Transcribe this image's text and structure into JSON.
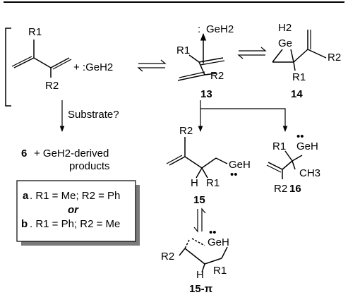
{
  "reactants": {
    "r1": "R1",
    "r2": "R2",
    "plus_germylene": "+ :GeH2"
  },
  "complex_13": {
    "label": "13",
    "germylene": "GeH2",
    "r1": "R1",
    "r2": "R2"
  },
  "germirane_14": {
    "label": "14",
    "h2": "H2",
    "ge": "Ge",
    "r1": "R1",
    "r2": "R2"
  },
  "question_step": {
    "label": "Substrate?"
  },
  "products_6": {
    "number": "6",
    "line1": "+ GeH2-derived",
    "line2": "products"
  },
  "germylene_15": {
    "label": "15",
    "r1": "R1",
    "r2": "R2",
    "h": "H",
    "geh": "GeH"
  },
  "germylene_16": {
    "label": "16",
    "r1": "R1",
    "r2": "R2",
    "geh": "GeH",
    "ch3": "CH3"
  },
  "complex_15pi": {
    "label": "15-π",
    "r1": "R1",
    "r2": "R2",
    "h": "H",
    "geh": "GeH"
  },
  "substituent_box": {
    "a_label": "a",
    "a_text": ". R1 = Me; R2 = Ph",
    "or": "or",
    "b_label": "b",
    "b_text": ". R1 = Ph; R2 = Me"
  }
}
